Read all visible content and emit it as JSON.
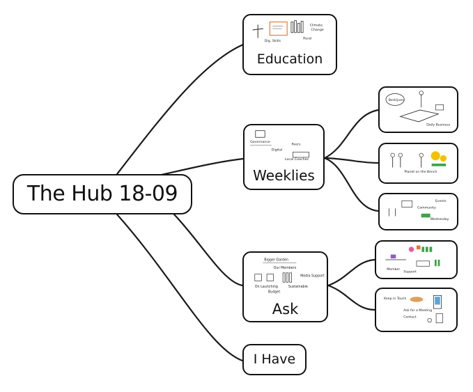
{
  "root": {
    "label": "The Hub 18-09"
  },
  "branches": [
    {
      "id": "education",
      "label": "Education",
      "sketch_text": [
        "Climate",
        "Change",
        "Rural",
        "Dig. Skills"
      ]
    },
    {
      "id": "weeklies",
      "label": "Weeklies",
      "sketch_text": [
        "Governance",
        "Digital",
        "Peers",
        "Local Coaches"
      ],
      "children": [
        {
          "sketch_text": [
            "Bedrijven",
            "Daily Business"
          ]
        },
        {
          "sketch_text": [
            "Planet on the Bench"
          ]
        },
        {
          "sketch_text": [
            "Community",
            "Events",
            "Wednesday"
          ]
        }
      ]
    },
    {
      "id": "ask",
      "label": "Ask",
      "sketch_text": [
        "Bigger Garden",
        "Our Members",
        "On Launching",
        "Sustainable",
        "Budget",
        "Media Support"
      ],
      "children": [
        {
          "sketch_text": [
            "Member",
            "Support"
          ]
        },
        {
          "sketch_text": [
            "Keep in Touch",
            "Ask for a Meeting",
            "Contact"
          ]
        }
      ]
    },
    {
      "id": "i_have",
      "label": "I Have"
    }
  ],
  "colors": {
    "ink": "#111111",
    "accent_orange": "#e07a2f",
    "accent_yellow": "#f2c200",
    "accent_green": "#3aa54a",
    "accent_pink": "#e65aa0",
    "accent_blue": "#59a6d9",
    "accent_purple": "#8e5bc6"
  }
}
